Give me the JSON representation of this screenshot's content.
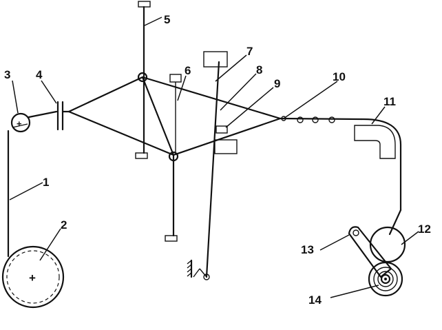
{
  "labels": {
    "l1": "1",
    "l2": "2",
    "l3": "3",
    "l4": "4",
    "l5": "5",
    "l6": "6",
    "l7": "7",
    "l8": "8",
    "l9": "9",
    "l10": "10",
    "l11": "11",
    "l12": "12",
    "l13": "13",
    "l14": "14"
  },
  "symbols": {
    "center_mark": "+"
  },
  "hatch_color": "#111111"
}
